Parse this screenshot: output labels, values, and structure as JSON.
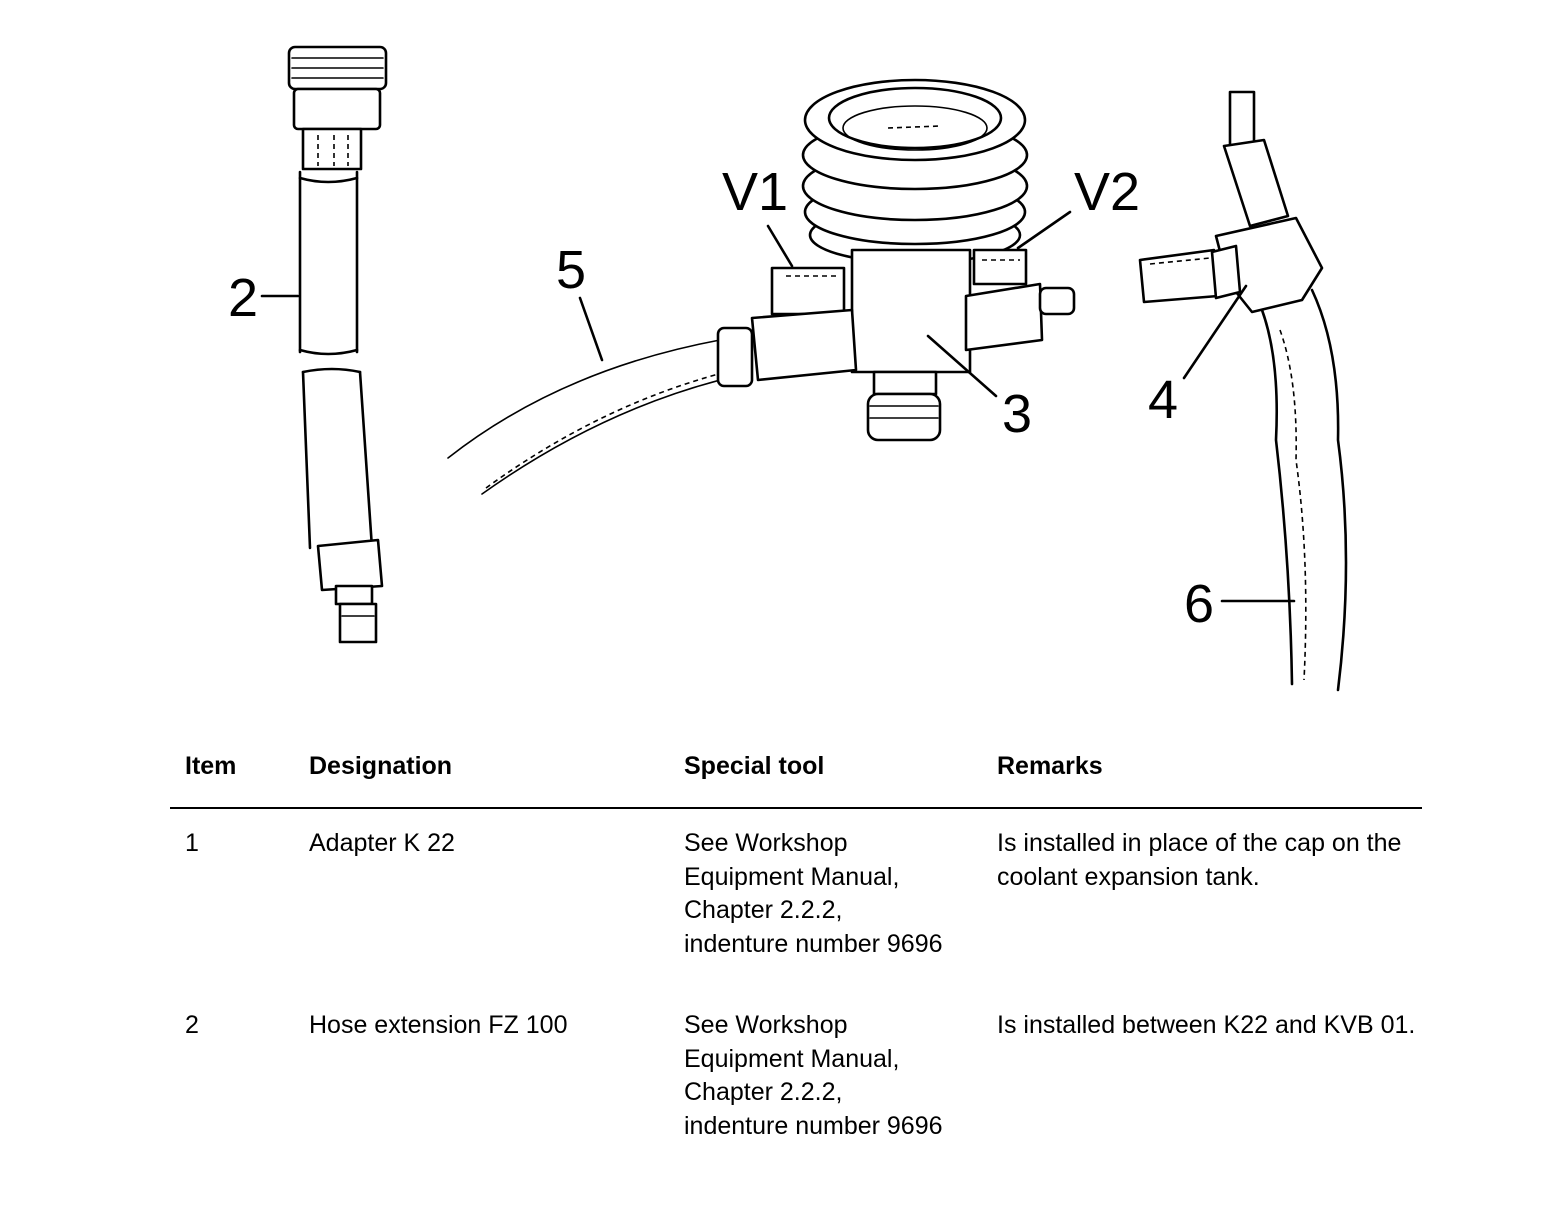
{
  "figure": {
    "callouts": {
      "item_2": "2",
      "item_3": "3",
      "item_4": "4",
      "item_5": "5",
      "item_6": "6",
      "valve_1": "V1",
      "valve_2": "V2"
    }
  },
  "table": {
    "headers": {
      "item": "Item",
      "designation": "Designation",
      "special_tool": "Special tool",
      "remarks": "Remarks"
    },
    "rows": [
      {
        "item": "1",
        "designation": "Adapter K 22",
        "special_tool_lines": [
          "See Workshop",
          "Equipment Manual,",
          "Chapter 2.2.2,",
          "indenture number 9696"
        ],
        "remarks": "Is installed in place of the cap on the coolant expansion tank."
      },
      {
        "item": "2",
        "designation": "Hose extension FZ 100",
        "special_tool_lines": [
          "See Workshop",
          "Equipment Manual,",
          "Chapter 2.2.2,",
          "indenture number 9696"
        ],
        "remarks": "Is installed between K22 and KVB 01."
      }
    ]
  }
}
